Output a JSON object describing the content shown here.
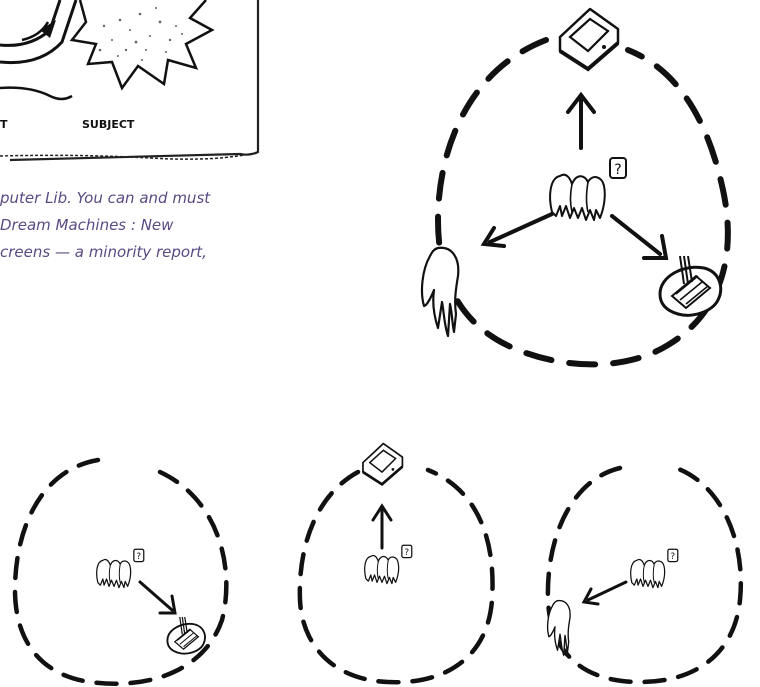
{
  "scan": {
    "label_left": "T",
    "label_subject": "SUBJECT"
  },
  "caption": {
    "line1": "puter Lib. You can and must",
    "line2": "Dream Machines : New",
    "line3": "creens — a minority report,"
  },
  "icons": {
    "question": "?",
    "tablet": "tablet-icon",
    "people": "people-group-icon",
    "tray": "tray-icon",
    "lone": "lone-figure-icon"
  }
}
